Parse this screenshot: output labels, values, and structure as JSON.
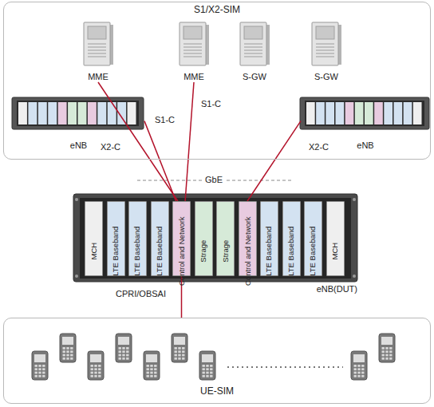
{
  "diagram": {
    "nodes": [
      {
        "text": [
          "S1/X2-SIM"
        ]
      },
      {
        "text": [
          "MME"
        ],
        "in": 0
      },
      {
        "text": [
          "MME"
        ],
        "in": 0
      },
      {
        "text": [
          "S-GW"
        ],
        "in": 0
      },
      {
        "text": [
          "S-GW"
        ],
        "in": 0
      },
      {
        "text": [
          "eNB"
        ],
        "in": 0
      },
      {
        "text": [
          "eNB"
        ],
        "in": 0
      },
      {
        "text": [
          "eNB(DUT)"
        ]
      },
      {
        "text": [
          "MCH"
        ],
        "in": 7
      },
      {
        "text": [
          "LTE Baseband"
        ],
        "in": 7
      },
      {
        "text": [
          "LTE Baseband"
        ],
        "in": 7
      },
      {
        "text": [
          "LTE Baseband"
        ],
        "in": 7
      },
      {
        "text": [
          "Control and Network"
        ],
        "in": 7
      },
      {
        "text": [
          "Strage"
        ],
        "in": 7
      },
      {
        "text": [
          "Strage"
        ],
        "in": 7
      },
      {
        "text": [
          "Control and Network"
        ],
        "in": 7
      },
      {
        "text": [
          "LTE Baseband"
        ],
        "in": 7
      },
      {
        "text": [
          "LTE Baseband"
        ],
        "in": 7
      },
      {
        "text": [
          "LTE Baseband"
        ],
        "in": 7
      },
      {
        "text": [
          "MCH"
        ],
        "in": 7
      },
      {
        "text": [
          "UE-SIM"
        ]
      }
    ],
    "edges": [
      {
        "from": 1,
        "to": 12,
        "label": "S1-C",
        "arrow": "none"
      },
      {
        "from": 2,
        "to": 12,
        "label": "S1-C",
        "arrow": "none"
      },
      {
        "from": 5,
        "to": 12,
        "label": "X2-C",
        "arrow": "none"
      },
      {
        "from": 6,
        "to": 15,
        "label": "X2-C",
        "arrow": "none"
      },
      {
        "from": 12,
        "to": 20,
        "label": "CPRI/OBSAI",
        "arrow": "none"
      }
    ],
    "labels": [
      "GbE"
    ]
  }
}
